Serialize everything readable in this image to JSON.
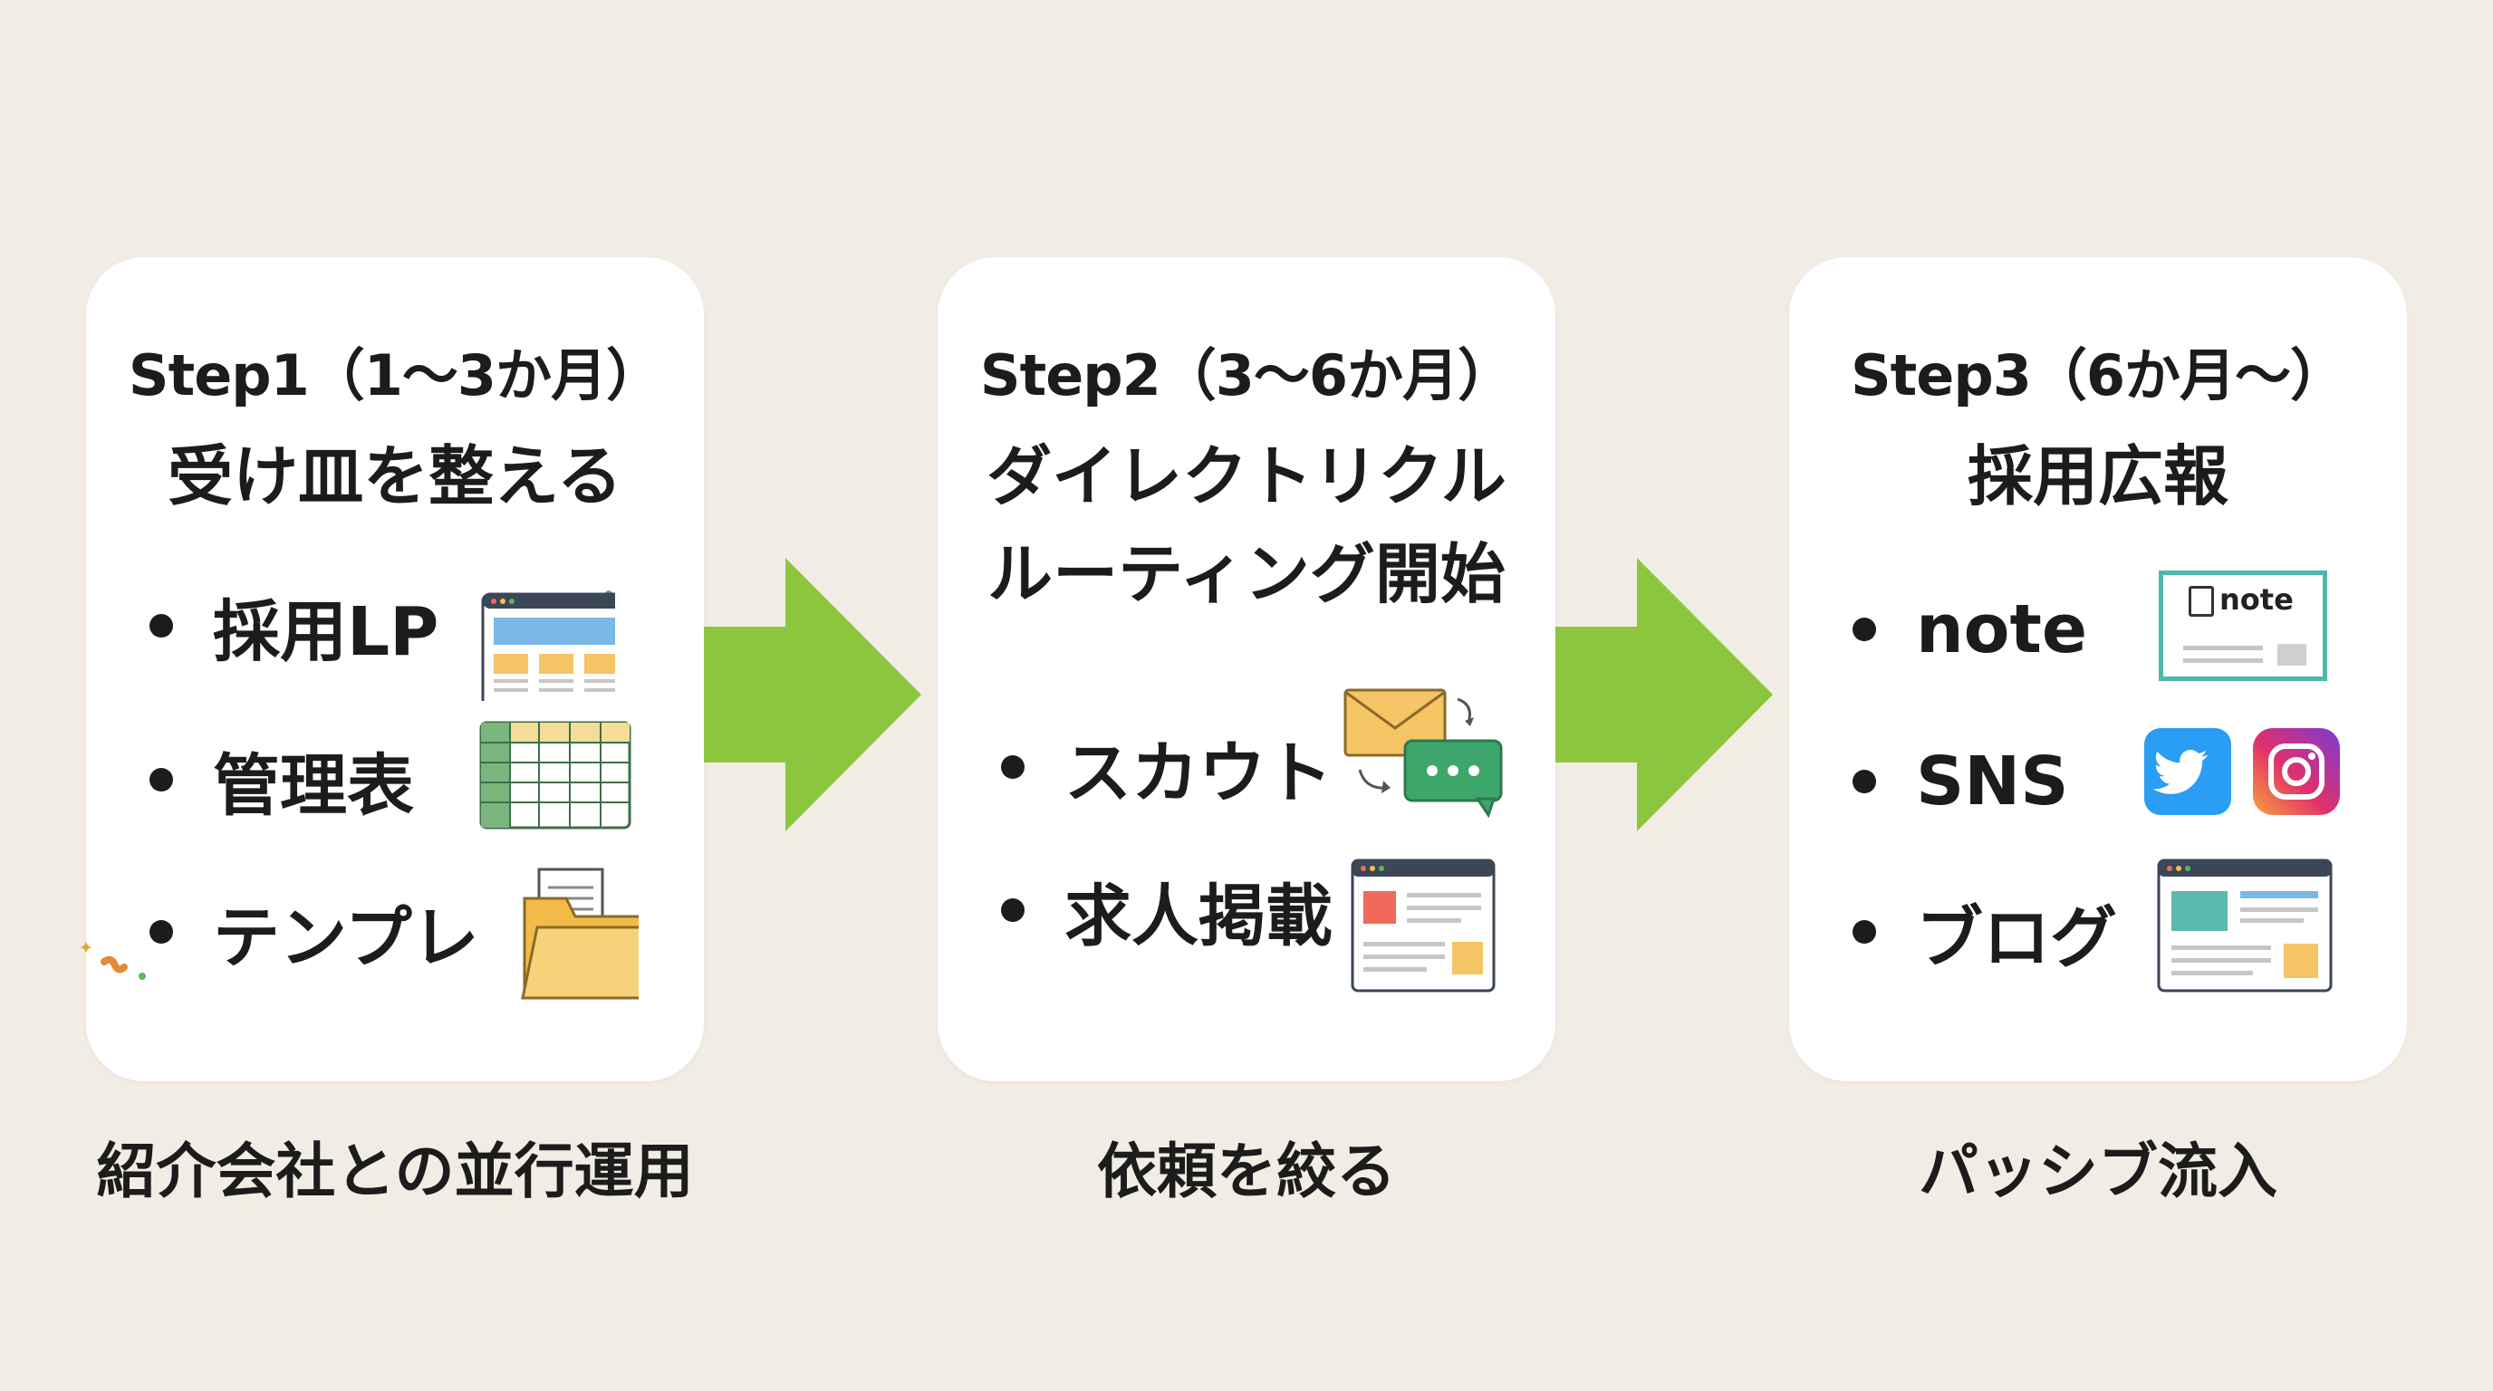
{
  "steps": [
    {
      "label": "Step1（1〜3か月）",
      "title": "受け皿を整える",
      "items": [
        {
          "text": "採用LP",
          "icon": "landing-page-icon"
        },
        {
          "text": "管理表",
          "icon": "spreadsheet-icon"
        },
        {
          "text": "テンプレ",
          "icon": "folder-document-icon"
        }
      ],
      "caption": "紹介会社との並行運用"
    },
    {
      "label": "Step2（3〜6か月）",
      "title_lines": [
        "ダイレクトリクル",
        "ルーティング開始"
      ],
      "items": [
        {
          "text": "スカウト",
          "icon": "mail-chat-icon"
        },
        {
          "text": "求人掲載",
          "icon": "job-listing-page-icon"
        }
      ],
      "caption": "依頼を絞る"
    },
    {
      "label": "Step3（6か月〜）",
      "title": "採用広報",
      "items": [
        {
          "text": "note",
          "icon": "note-card-icon"
        },
        {
          "text": "SNS",
          "icons": [
            "twitter-icon",
            "instagram-icon"
          ]
        },
        {
          "text": "ブログ",
          "icon": "blog-page-icon"
        }
      ],
      "caption": "パッシブ流入"
    }
  ],
  "note_logo_text": "note",
  "colors": {
    "background": "#f2ede4",
    "card": "#ffffff",
    "arrow": "#8cc63f",
    "text": "#1c1c1c"
  }
}
